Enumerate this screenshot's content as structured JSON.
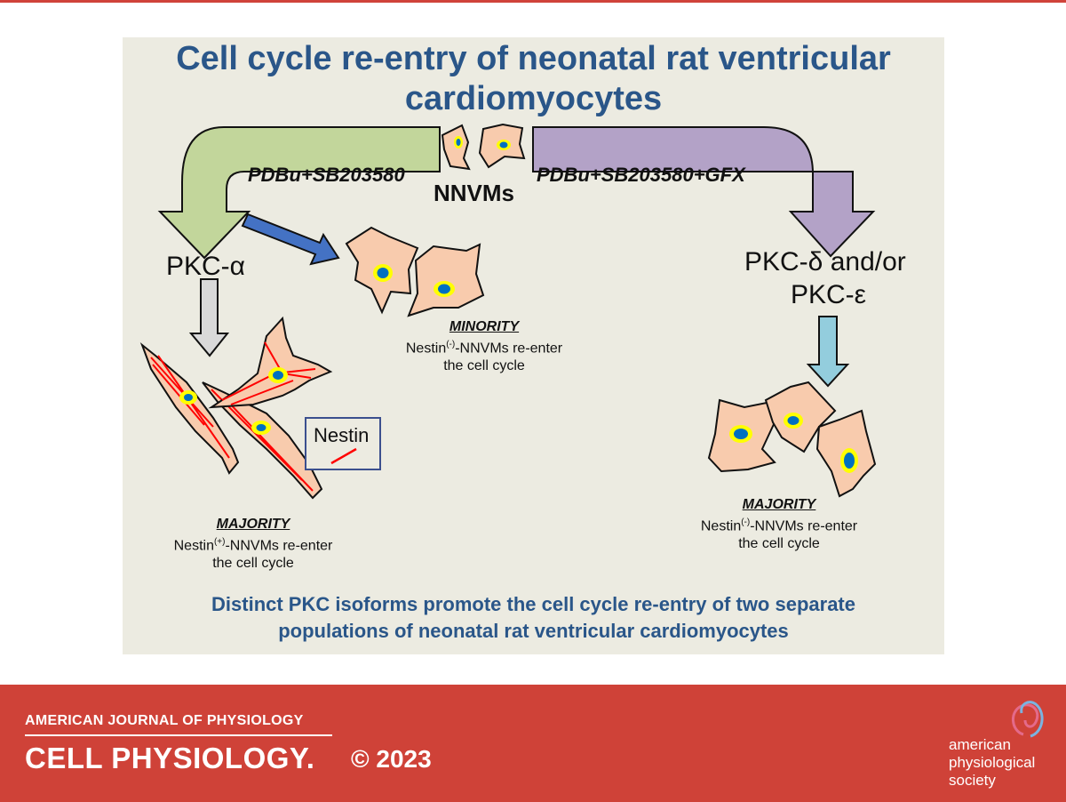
{
  "title": "Cell cycle re-entry of neonatal rat ventricular cardiomyocytes",
  "center_label": "NNVMs",
  "left_treatment": "PDBu+SB203580",
  "right_treatment": "PDBu+SB203580+GFX",
  "left_isoform": "PKC-α",
  "right_isoform_line1": "PKC-δ and/or",
  "right_isoform_line2": "PKC-ε",
  "minority": {
    "heading": "MINORITY",
    "line1_prefix": "Nestin",
    "line1_sup": "(-)",
    "line1_suffix": "-NNVMs re-enter",
    "line2": "the cell cycle"
  },
  "majority_left": {
    "heading": "MAJORITY",
    "line1_prefix": "Nestin",
    "line1_sup": "(+)",
    "line1_suffix": "-NNVMs re-enter",
    "line2": "the cell cycle"
  },
  "majority_right": {
    "heading": "MAJORITY",
    "line1_prefix": "Nestin",
    "line1_sup": "(-)",
    "line1_suffix": "-NNVMs re-enter",
    "line2": "the cell cycle"
  },
  "legend_label": "Nestin",
  "conclusion_line1": "Distinct PKC isoforms promote the cell cycle re-entry of two separate",
  "conclusion_line2": "populations of neonatal rat ventricular cardiomyocytes",
  "footer": {
    "journal_line1": "AMERICAN JOURNAL OF PHYSIOLOGY",
    "journal_line2": "CELL PHYSIOLOGY.",
    "copyright": "© 2023",
    "society_line1": "american",
    "society_line2": "physiological",
    "society_line3": "society"
  },
  "colors": {
    "title_blue": "#2a5689",
    "panel_bg": "#ecebe1",
    "left_arrow_green": "#c2d69b",
    "right_arrow_purple": "#b3a2c7",
    "blue_arrow": "#4472c4",
    "gray_arrow": "#d9d9d9",
    "light_blue_arrow": "#93cddd",
    "cell_fill": "#f8cbad",
    "nucleus_yellow": "#ffff00",
    "nucleus_blue": "#0070c0",
    "nestin_red": "#ff0000",
    "footer_red": "#cf4238"
  }
}
